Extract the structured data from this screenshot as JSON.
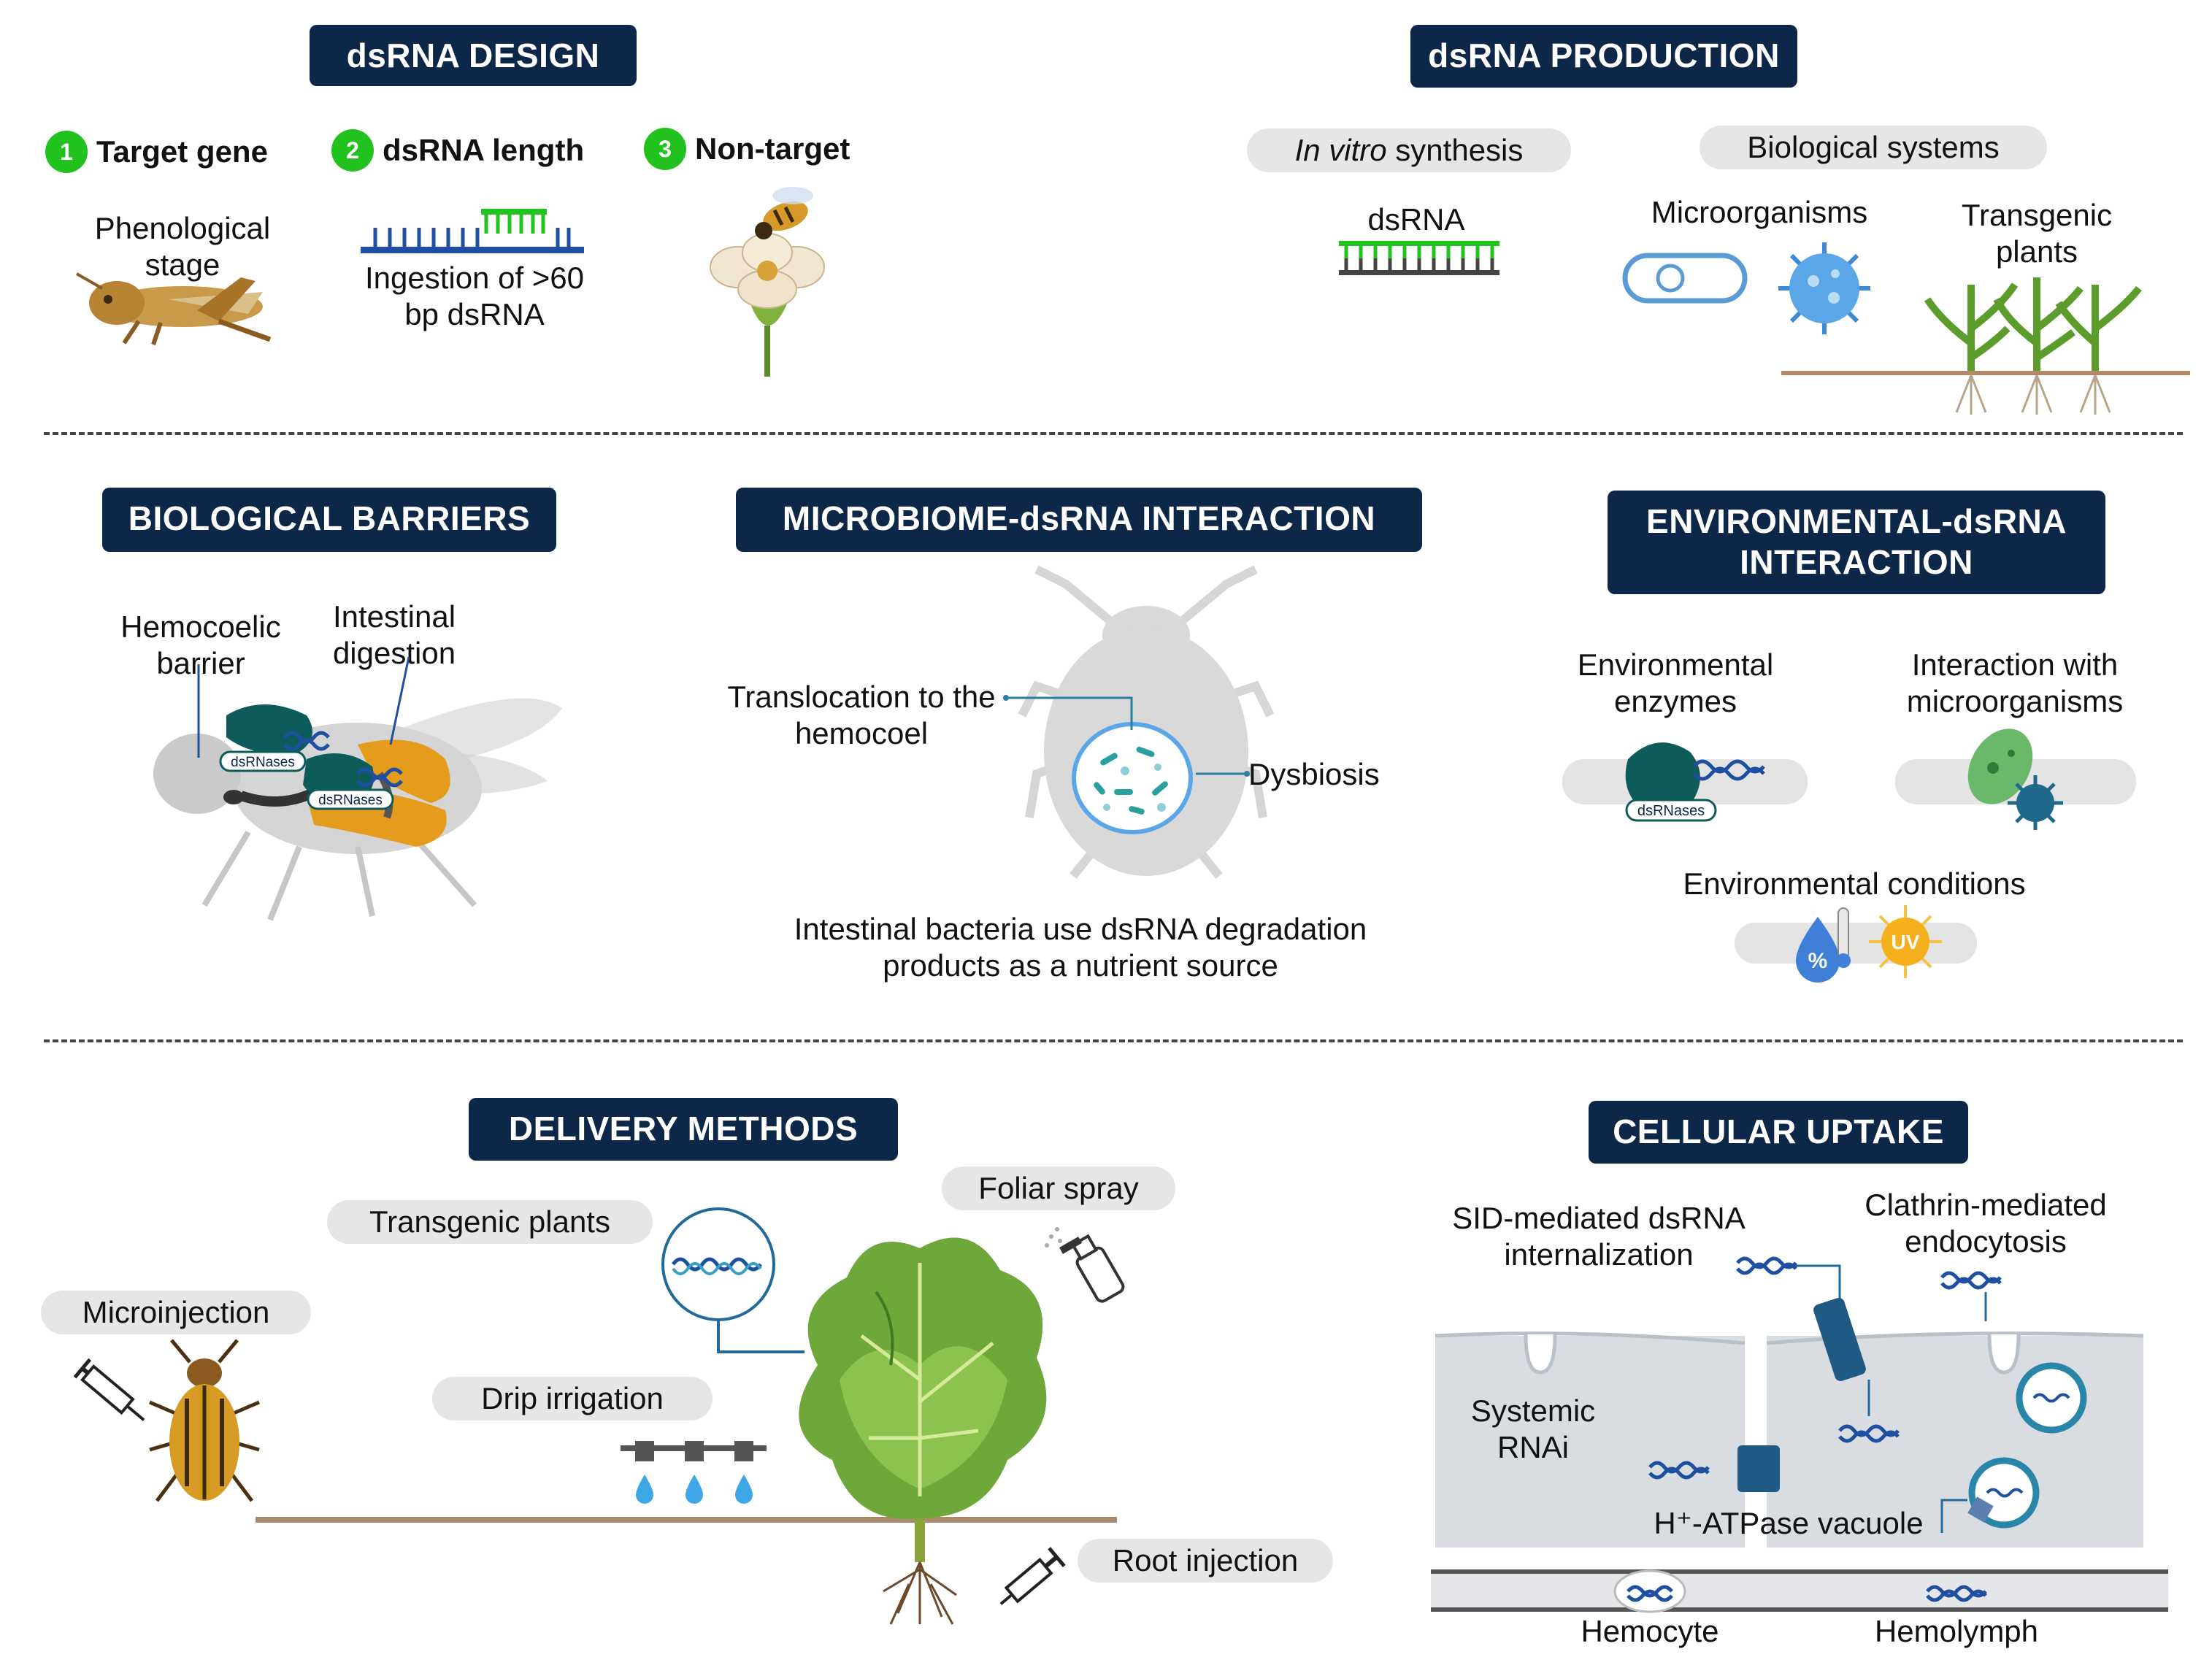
{
  "sections": {
    "design": {
      "title": "dsRNA DESIGN",
      "steps": [
        {
          "num": "1",
          "label": "Target gene",
          "detail": "Phenological stage"
        },
        {
          "num": "2",
          "label": "dsRNA length",
          "detail": "Ingestion of >60 bp dsRNA"
        },
        {
          "num": "3",
          "label": "Non-target",
          "detail": ""
        }
      ]
    },
    "production": {
      "title": "dsRNA PRODUCTION",
      "in_vitro_italic": "In vitro",
      "in_vitro_rest": " synthesis",
      "dsrna_label": "dsRNA",
      "bio_systems": "Biological systems",
      "microorganisms": "Microorganisms",
      "transgenic_plants": "Transgenic plants"
    },
    "barriers": {
      "title": "BIOLOGICAL BARRIERS",
      "hemocoelic": "Hemocoelic barrier",
      "intestinal": "Intestinal digestion",
      "dsrnases": "dsRNases"
    },
    "microbiome": {
      "title": "MICROBIOME-dsRNA INTERACTION",
      "translocation": "Translocation to the hemocoel",
      "dysbiosis": "Dysbiosis",
      "nutrient": "Intestinal bacteria use dsRNA degradation products as a nutrient source"
    },
    "environment": {
      "title": "ENVIRONMENTAL-dsRNA INTERACTION",
      "enzymes": "Environmental enzymes",
      "micro_interaction": "Interaction with microorganisms",
      "conditions": "Environmental conditions",
      "dsrnases": "dsRNases",
      "percent": "%",
      "uv": "UV"
    },
    "delivery": {
      "title": "DELIVERY METHODS",
      "transgenic": "Transgenic plants",
      "foliar": "Foliar spray",
      "microinjection": "Microinjection",
      "drip": "Drip irrigation",
      "root": "Root injection"
    },
    "uptake": {
      "title": "CELLULAR UPTAKE",
      "sid": "SID-mediated dsRNA internalization",
      "clathrin": "Clathrin-mediated endocytosis",
      "systemic": "Systemic RNAi",
      "atpase": "H⁺-ATPase vacuole",
      "hemocyte": "Hemocyte",
      "hemolymph": "Hemolymph"
    }
  },
  "colors": {
    "header_bg": "#0d2748",
    "step_green": "#21c21e",
    "dna_blue": "#1f4fa0",
    "pill_gray": "#e6e6e6",
    "insect_orange": "#e59b1c",
    "protein_teal": "#0d5c5a"
  }
}
